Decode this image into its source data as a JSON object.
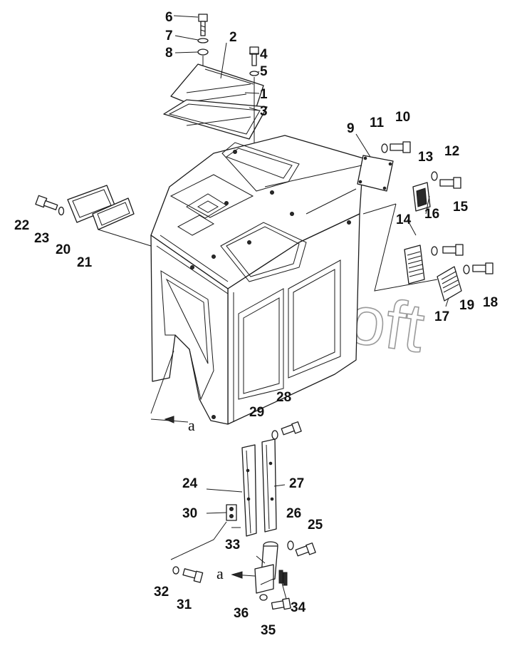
{
  "watermark": "AutoSoft",
  "view_labels": {
    "upper": "a",
    "lower": "a"
  },
  "part_numbers": [
    "1",
    "2",
    "3",
    "4",
    "5",
    "6",
    "7",
    "8",
    "9",
    "10",
    "11",
    "12",
    "13",
    "14",
    "15",
    "16",
    "17",
    "18",
    "19",
    "20",
    "21",
    "22",
    "23",
    "24",
    "25",
    "26",
    "27",
    "28",
    "29",
    "30",
    "31",
    "32",
    "33",
    "34",
    "35",
    "36"
  ]
}
